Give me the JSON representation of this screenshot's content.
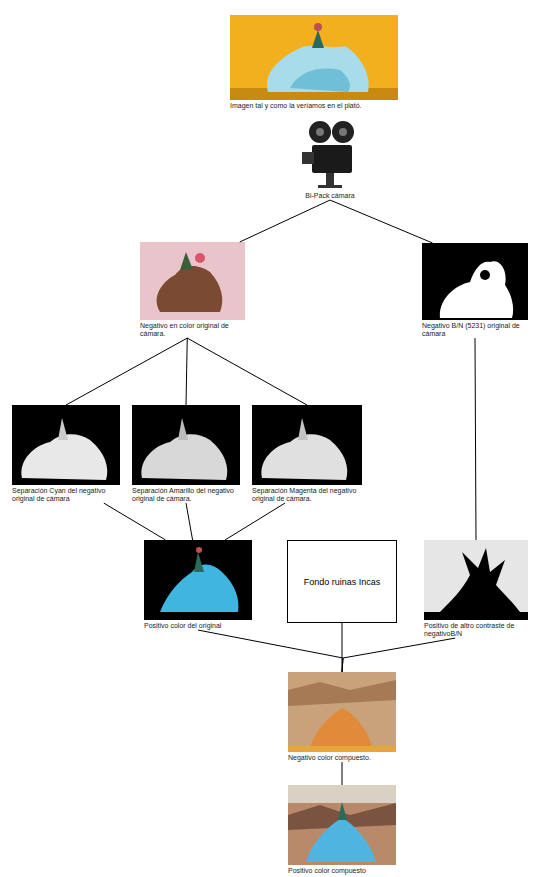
{
  "diagram": {
    "nodes": [
      {
        "text": [
          "Imagen tal y como la veríamos en el plató."
        ]
      },
      {
        "text": [
          "Bi-Pack cámara"
        ]
      },
      {
        "text": [
          "Negativo en color original de cámara."
        ]
      },
      {
        "text": [
          "Negativo B/N (5231) original de cámara"
        ]
      },
      {
        "text": [
          "Separación Cyan del negativo original de cámara"
        ]
      },
      {
        "text": [
          "Separación Amarillo  del negativo original de cámara."
        ]
      },
      {
        "text": [
          "Separación Magenta del negativo original de cámara."
        ]
      },
      {
        "text": [
          "Positivo color del original"
        ]
      },
      {
        "text": [
          "Fondo ruinas Incas"
        ]
      },
      {
        "text": [
          "Positivo de altro contraste de negativoB/N"
        ]
      },
      {
        "text": [
          "Negativo color compuesto."
        ]
      },
      {
        "text": [
          "Positivo color compuesto"
        ]
      }
    ],
    "edges": [
      {
        "from": 1,
        "to": 2,
        "arrow": "none"
      },
      {
        "from": 1,
        "to": 3,
        "arrow": "none"
      },
      {
        "from": 2,
        "to": 4,
        "arrow": "none"
      },
      {
        "from": 2,
        "to": 5,
        "arrow": "none"
      },
      {
        "from": 2,
        "to": 6,
        "arrow": "none"
      },
      {
        "from": 4,
        "to": 7,
        "arrow": "none"
      },
      {
        "from": 5,
        "to": 7,
        "arrow": "none"
      },
      {
        "from": 6,
        "to": 7,
        "arrow": "none"
      },
      {
        "from": 3,
        "to": 9,
        "arrow": "none"
      },
      {
        "from": 7,
        "to": 10,
        "arrow": "none"
      },
      {
        "from": 8,
        "to": 10,
        "arrow": "none"
      },
      {
        "from": 9,
        "to": 10,
        "arrow": "none"
      },
      {
        "from": 10,
        "to": 11,
        "arrow": "none"
      }
    ]
  }
}
